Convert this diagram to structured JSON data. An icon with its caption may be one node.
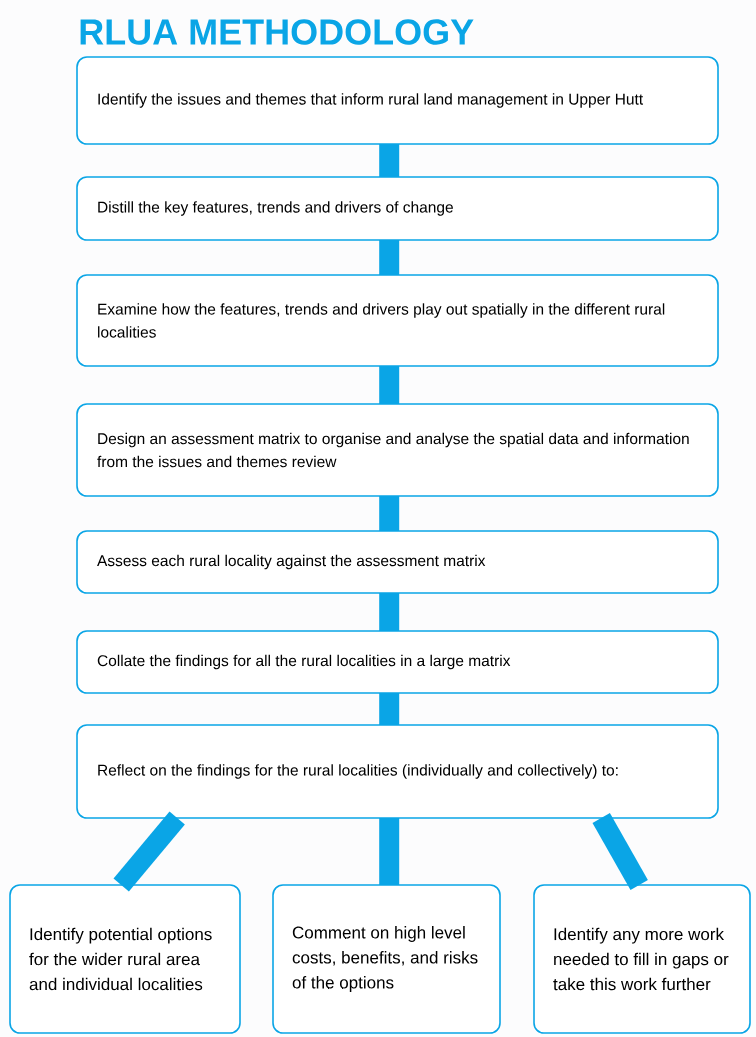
{
  "diagram": {
    "title": "RLUA METHODOLOGY",
    "nodes": [
      {
        "text": [
          "Identify the issues and themes that inform rural land management in Upper Hutt"
        ]
      },
      {
        "text": [
          "Distill the key features, trends and drivers of change"
        ]
      },
      {
        "text": [
          "Examine how the features, trends and drivers play out spatially in the different rural localities"
        ]
      },
      {
        "text": [
          "Design an assessment matrix to organise and analyse the spatial data and information from the issues and themes review"
        ]
      },
      {
        "text": [
          "Assess each rural locality against the assessment matrix"
        ]
      },
      {
        "text": [
          "Collate the findings for all the rural localities in a large matrix"
        ]
      },
      {
        "text": [
          "Reflect on the findings for the rural localities (individually and collectively) to:"
        ]
      },
      {
        "text": [
          "Identify potential options for the wider rural area and individual localities"
        ]
      },
      {
        "text": [
          "Comment on high level costs, benefits, and risks of the options"
        ]
      },
      {
        "text": [
          "Identify any more work needed to fill in gaps or take this work further"
        ]
      }
    ],
    "edges": [
      {
        "from": 0,
        "to": 1,
        "arrow": "none"
      },
      {
        "from": 1,
        "to": 2,
        "arrow": "none"
      },
      {
        "from": 2,
        "to": 3,
        "arrow": "none"
      },
      {
        "from": 3,
        "to": 4,
        "arrow": "none"
      },
      {
        "from": 4,
        "to": 5,
        "arrow": "none"
      },
      {
        "from": 5,
        "to": 6,
        "arrow": "none"
      },
      {
        "from": 6,
        "to": 7,
        "arrow": "none"
      },
      {
        "from": 6,
        "to": 8,
        "arrow": "none"
      },
      {
        "from": 6,
        "to": 9,
        "arrow": "none"
      }
    ]
  }
}
